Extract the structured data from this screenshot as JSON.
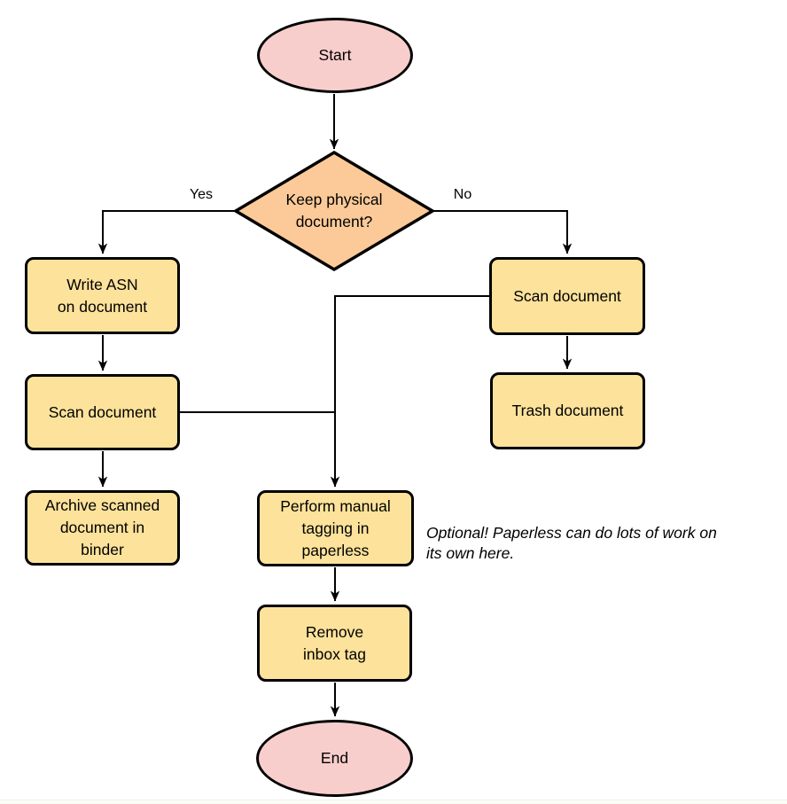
{
  "diagram": {
    "type": "flowchart",
    "nodes": {
      "start": {
        "label": "Start",
        "shape": "terminator"
      },
      "decision": {
        "label": "Keep physical\ndocument?",
        "shape": "decision"
      },
      "write_asn": {
        "label": "Write ASN\non document",
        "shape": "process"
      },
      "scan_left": {
        "label": "Scan document",
        "shape": "process"
      },
      "archive": {
        "label": "Archive scanned\ndocument in\nbinder",
        "shape": "process"
      },
      "scan_right": {
        "label": "Scan document",
        "shape": "process"
      },
      "trash": {
        "label": "Trash document",
        "shape": "process"
      },
      "tagging": {
        "label": "Perform manual\ntagging in\npaperless",
        "shape": "process"
      },
      "remove_inbox": {
        "label": "Remove\ninbox tag",
        "shape": "process"
      },
      "end": {
        "label": "End",
        "shape": "terminator"
      }
    },
    "edge_labels": {
      "yes": "Yes",
      "no": "No"
    },
    "edges": [
      {
        "from": "start",
        "to": "decision",
        "label": ""
      },
      {
        "from": "decision",
        "to": "write_asn",
        "label": "Yes"
      },
      {
        "from": "decision",
        "to": "scan_right",
        "label": "No"
      },
      {
        "from": "write_asn",
        "to": "scan_left",
        "label": ""
      },
      {
        "from": "scan_left",
        "to": "archive",
        "label": ""
      },
      {
        "from": "scan_right",
        "to": "trash",
        "label": ""
      },
      {
        "from": "scan_left",
        "to": "tagging",
        "label": ""
      },
      {
        "from": "scan_right",
        "to": "tagging",
        "label": ""
      },
      {
        "from": "tagging",
        "to": "remove_inbox",
        "label": ""
      },
      {
        "from": "remove_inbox",
        "to": "end",
        "label": ""
      }
    ],
    "note": "Optional! Paperless can do lots of work on\nits own here.",
    "colors": {
      "terminator_fill": "#F8CECC",
      "decision_fill": "#FBCA98",
      "process_fill": "#FCE29B",
      "stroke": "#000000",
      "text": "#000000",
      "background": "#FFFFFF"
    }
  }
}
